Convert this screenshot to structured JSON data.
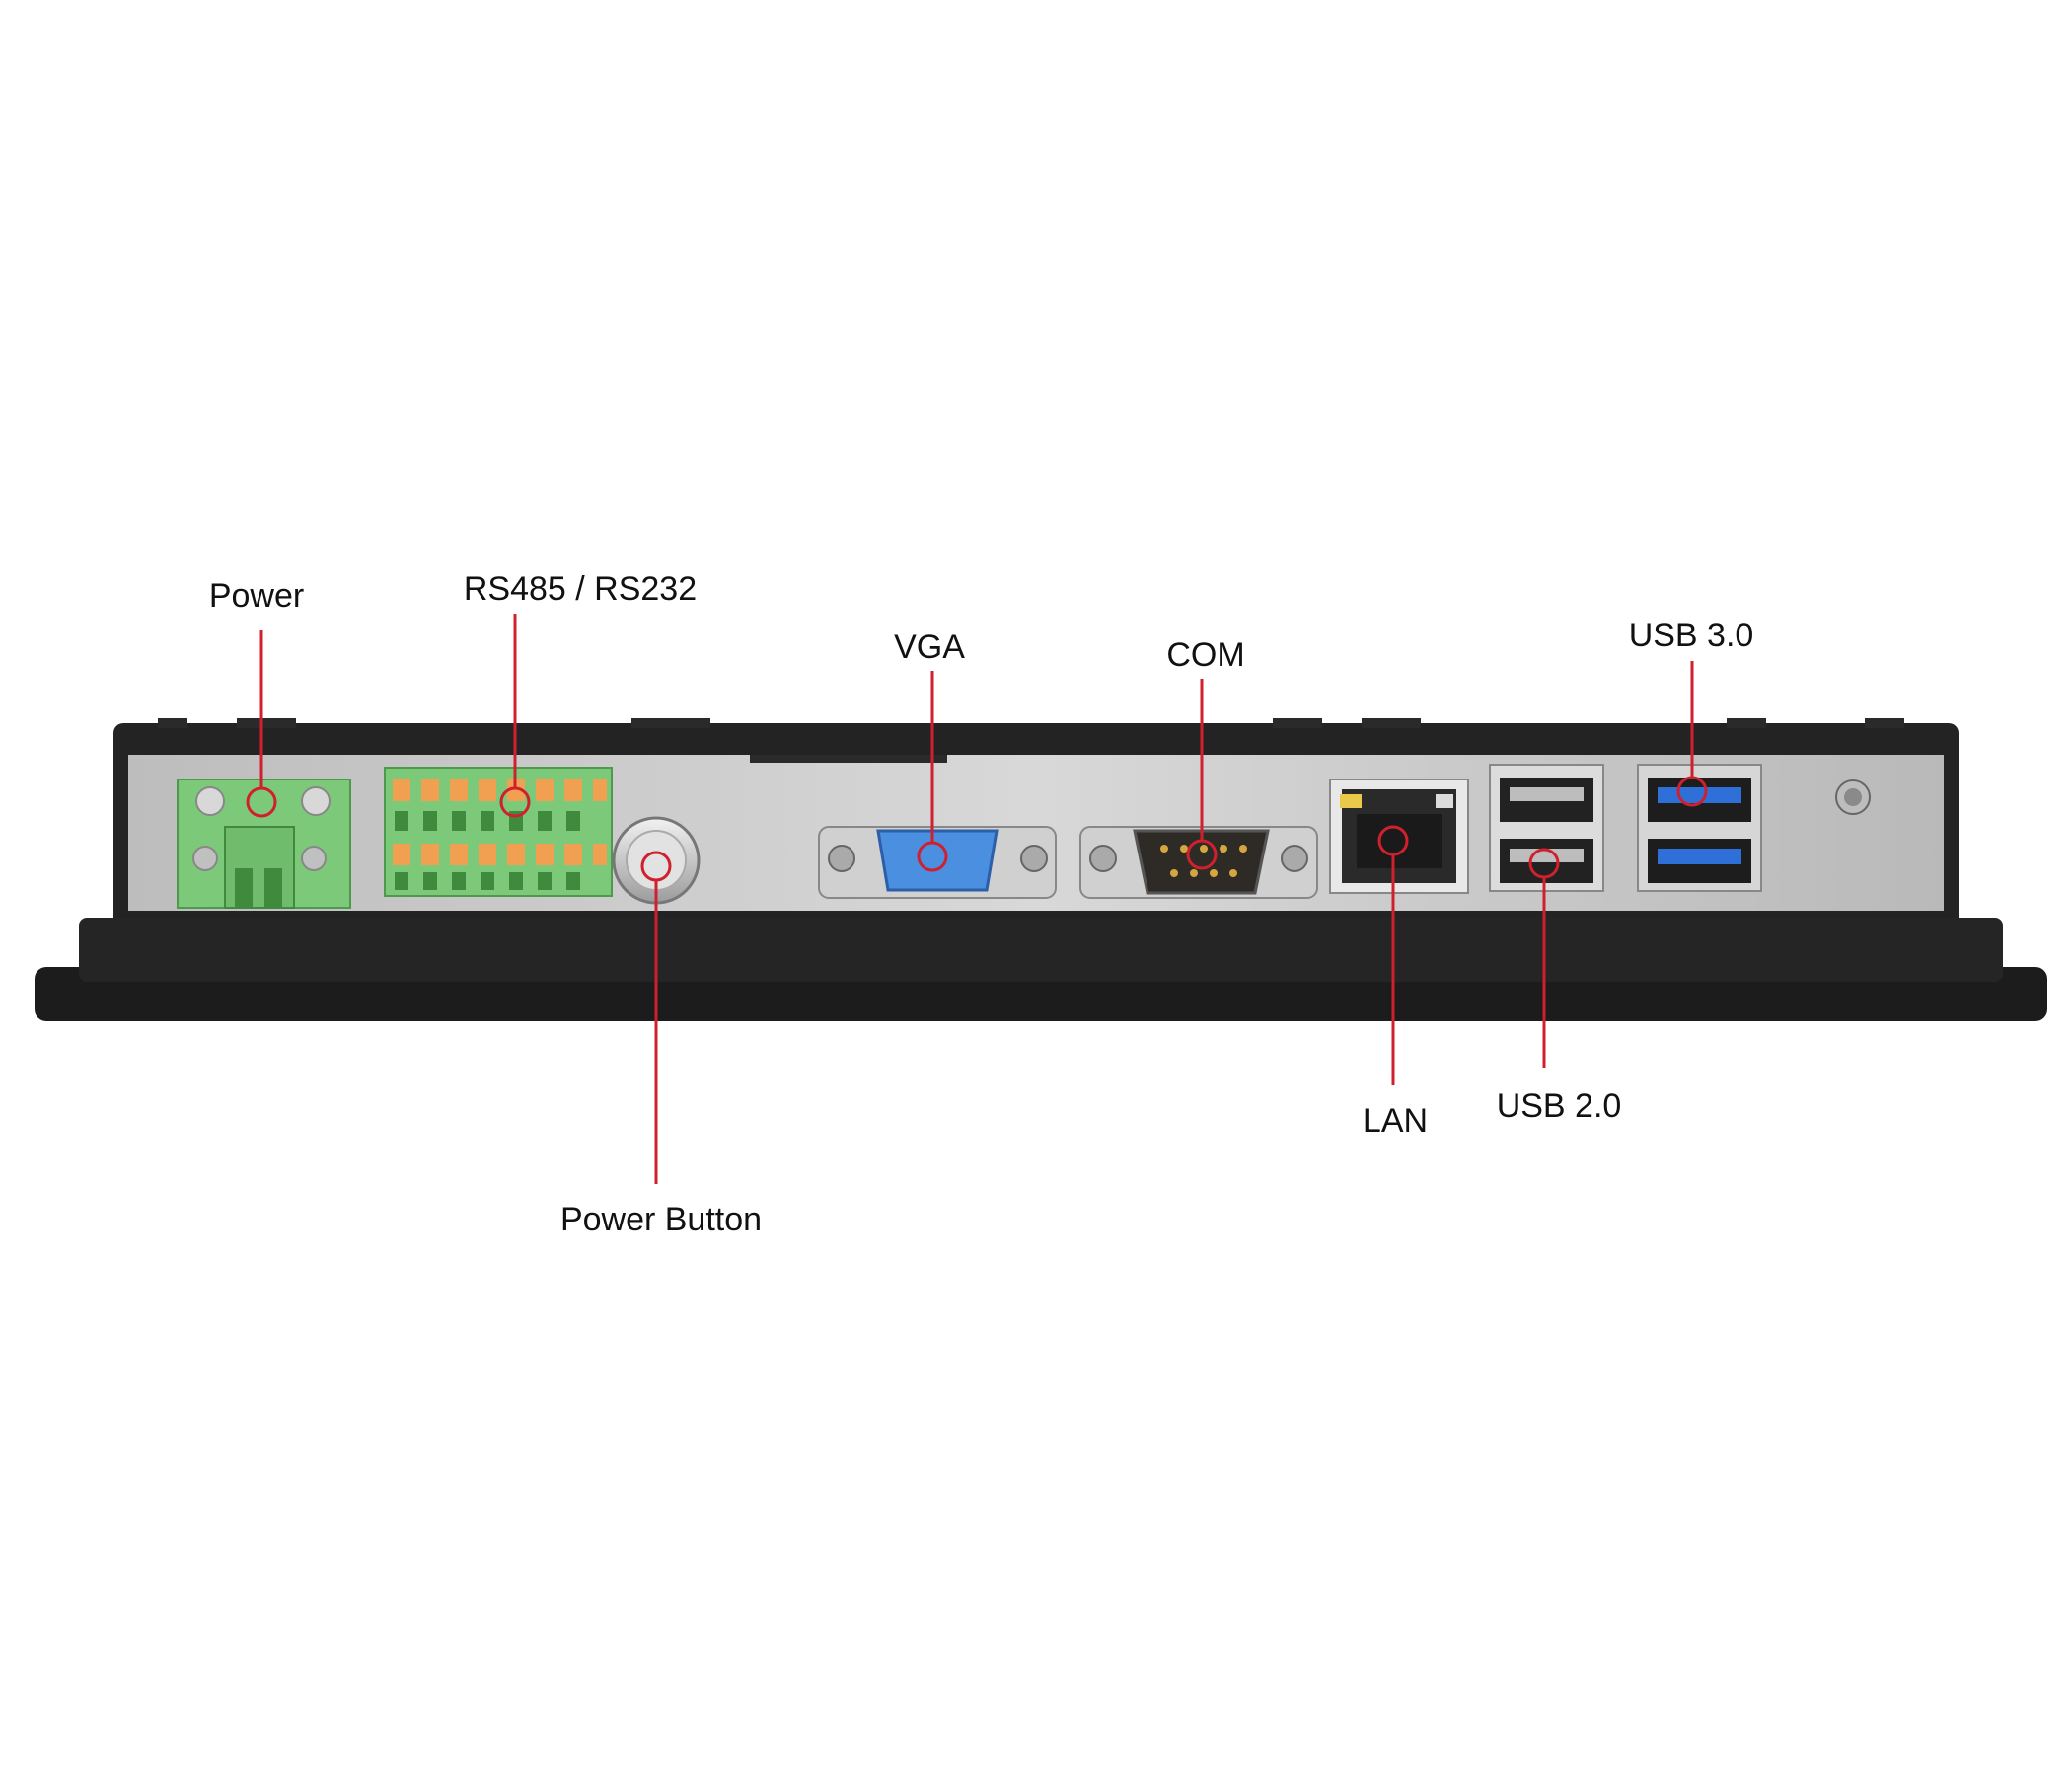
{
  "labels": {
    "power": "Power",
    "rs485": "RS485 / RS232",
    "vga": "VGA",
    "com": "COM",
    "usb30": "USB 3.0",
    "power_button": "Power Button",
    "lan": "LAN",
    "usb20": "USB 2.0"
  },
  "colors": {
    "callout": "#d0202e",
    "chassis": "#1f1f1f",
    "plate": "#c9c9c9",
    "terminal_green": "#7dc97a",
    "terminal_orange": "#f0a050",
    "vga_blue": "#4a8fe0",
    "usb3_blue": "#2f6fd8"
  }
}
